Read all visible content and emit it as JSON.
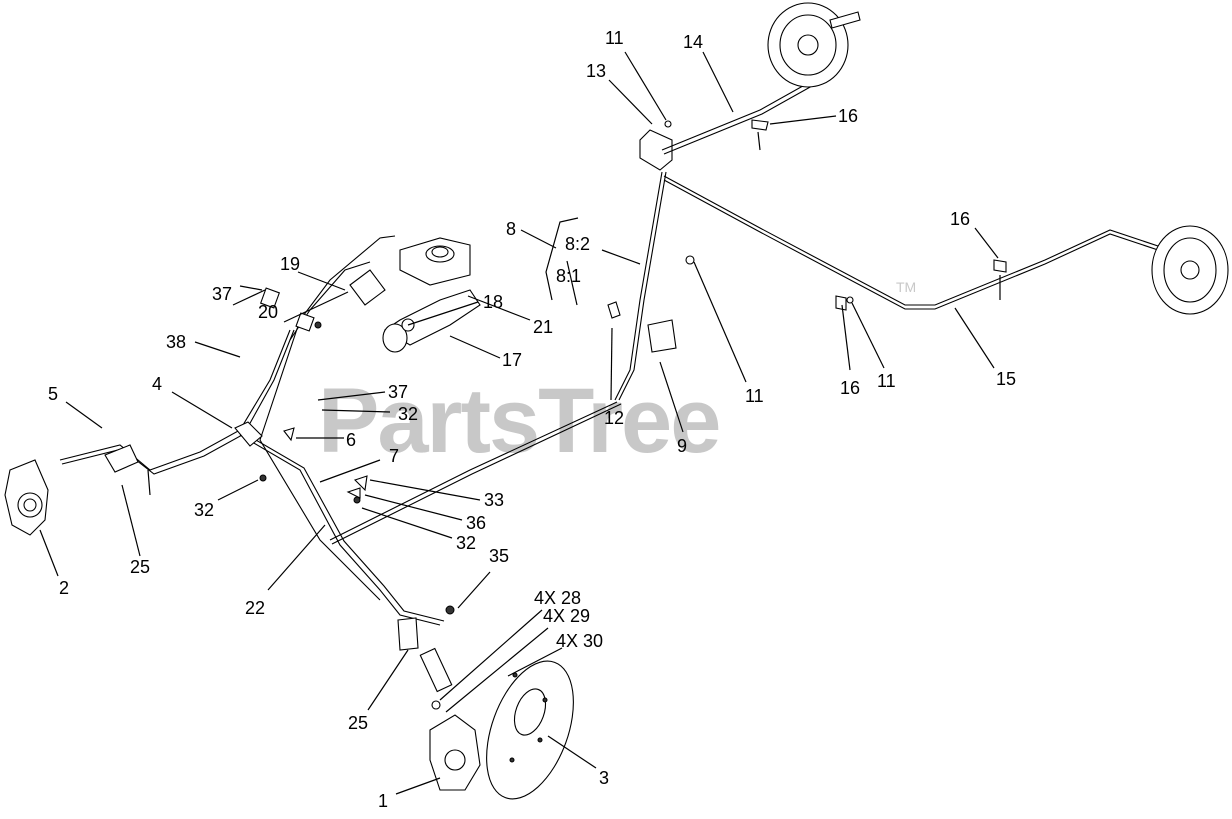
{
  "watermark": {
    "text": "PartsTree",
    "trademark": "TM"
  },
  "callouts": [
    {
      "id": "c11a",
      "text": "11"
    },
    {
      "id": "c14",
      "text": "14"
    },
    {
      "id": "c13",
      "text": "13"
    },
    {
      "id": "c16a",
      "text": "16"
    },
    {
      "id": "c16b",
      "text": "16"
    },
    {
      "id": "c8",
      "text": "8"
    },
    {
      "id": "c8_2",
      "text": "8:2"
    },
    {
      "id": "c8_1",
      "text": "8:1"
    },
    {
      "id": "c21",
      "text": "21"
    },
    {
      "id": "c19",
      "text": "19"
    },
    {
      "id": "c37a",
      "text": "37"
    },
    {
      "id": "c20",
      "text": "20"
    },
    {
      "id": "c17",
      "text": "17"
    },
    {
      "id": "c38",
      "text": "38"
    },
    {
      "id": "c18",
      "text": "18"
    },
    {
      "id": "c11b",
      "text": "11"
    },
    {
      "id": "c16c",
      "text": "16"
    },
    {
      "id": "c11c",
      "text": "11"
    },
    {
      "id": "c15",
      "text": "15"
    },
    {
      "id": "c5",
      "text": "5"
    },
    {
      "id": "c4",
      "text": "4"
    },
    {
      "id": "c37b",
      "text": "37"
    },
    {
      "id": "c32a",
      "text": "32"
    },
    {
      "id": "c12",
      "text": "12"
    },
    {
      "id": "c6",
      "text": "6"
    },
    {
      "id": "c9",
      "text": "9"
    },
    {
      "id": "c7",
      "text": "7"
    },
    {
      "id": "c33",
      "text": "33"
    },
    {
      "id": "c32b",
      "text": "32"
    },
    {
      "id": "c36",
      "text": "36"
    },
    {
      "id": "c32c",
      "text": "32"
    },
    {
      "id": "c2",
      "text": "2"
    },
    {
      "id": "c25a",
      "text": "25"
    },
    {
      "id": "c35",
      "text": "35"
    },
    {
      "id": "c22",
      "text": "22"
    },
    {
      "id": "c28",
      "text": "4X 28"
    },
    {
      "id": "c29",
      "text": "4X 29"
    },
    {
      "id": "c30",
      "text": "4X 30"
    },
    {
      "id": "c25b",
      "text": "25"
    },
    {
      "id": "c3",
      "text": "3"
    },
    {
      "id": "c1",
      "text": "1"
    }
  ]
}
